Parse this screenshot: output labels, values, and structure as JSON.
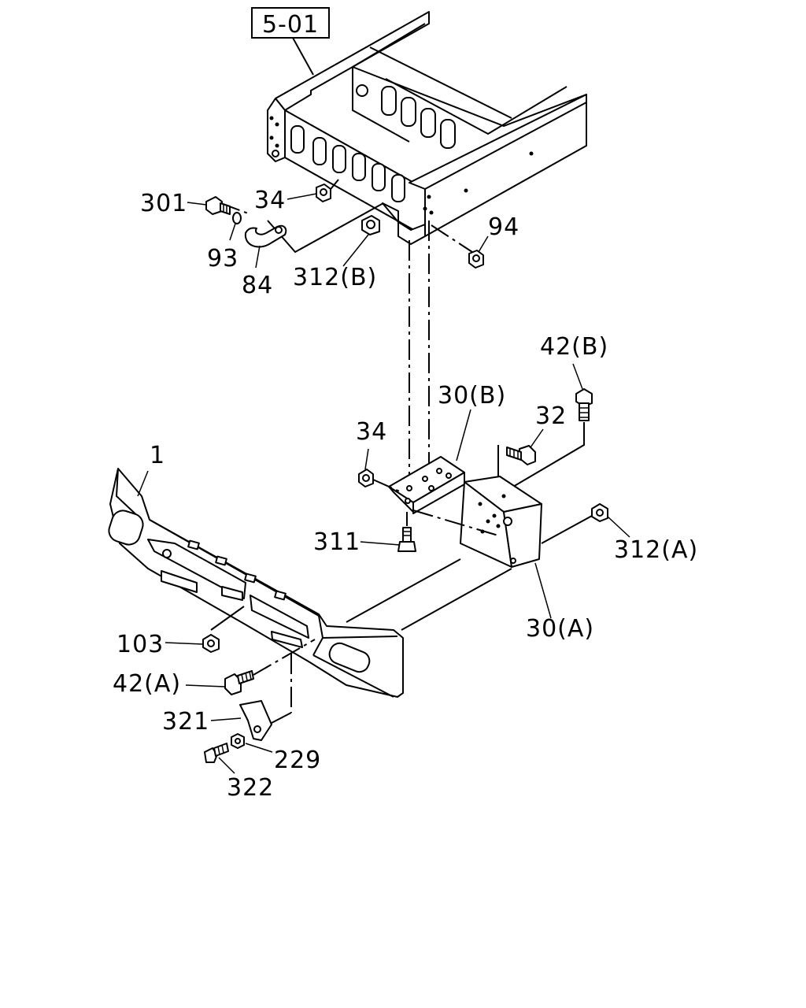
{
  "reference": "5-01",
  "labels": {
    "p301": "301",
    "p34_top": "34",
    "p93": "93",
    "p84": "84",
    "p312b": "312(B)",
    "p94": "94",
    "p42b": "42(B)",
    "p32": "32",
    "p30b": "30(B)",
    "p34_mid": "34",
    "p1": "1",
    "p311": "311",
    "p312a": "312(A)",
    "p30a": "30(A)",
    "p103": "103",
    "p42a": "42(A)",
    "p321": "321",
    "p229": "229",
    "p322": "322"
  }
}
